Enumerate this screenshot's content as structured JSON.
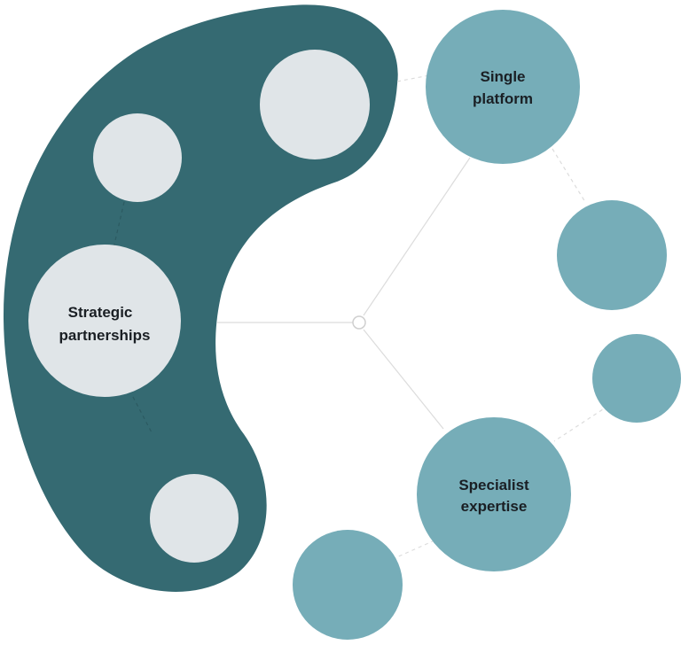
{
  "colors": {
    "blob": "#356a72",
    "light_node": "#e0e5e8",
    "teal_node": "#76adb8",
    "connector": "#dcdcdc",
    "text": "#1a1f24",
    "background": "#ffffff"
  },
  "labels": {
    "strategic_line1": "Strategic",
    "strategic_line2": "partnerships",
    "single_line1": "Single",
    "single_line2": "platform",
    "specialist_line1": "Specialist",
    "specialist_line2": "expertise"
  }
}
